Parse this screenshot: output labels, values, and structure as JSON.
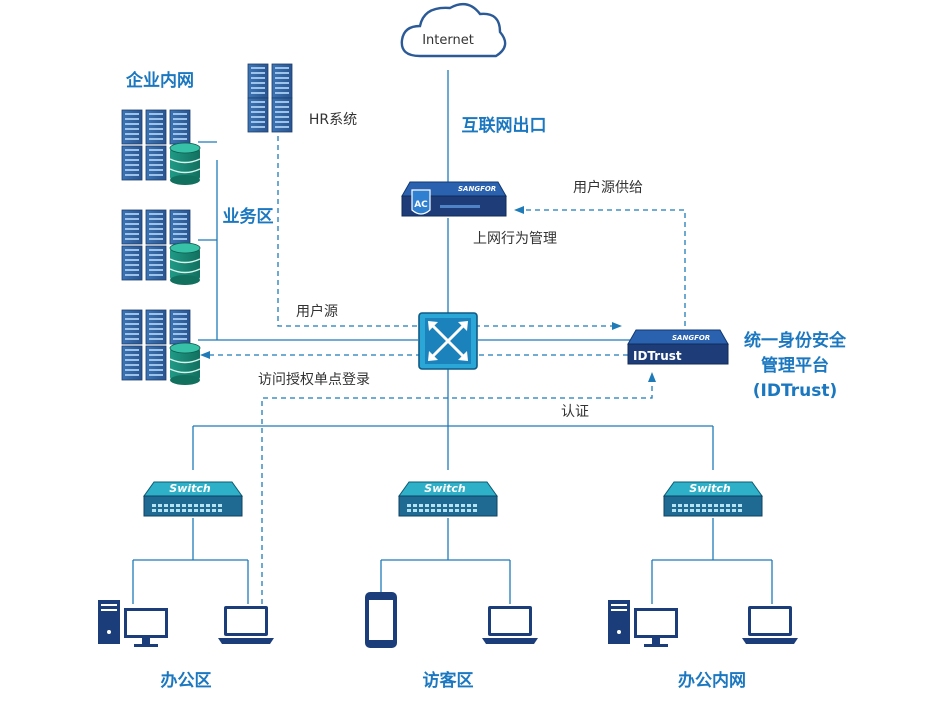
{
  "cloud": {
    "label": "Internet"
  },
  "internet_exit": {
    "label": "互联网出口"
  },
  "ac": {
    "badge": "AC",
    "brand": "SANGFOR",
    "label": "上网行为管理"
  },
  "idtrust": {
    "brand": "SANGFOR",
    "badge": "IDTrust",
    "label_line1": "统一身份安全",
    "label_line2": "管理平台",
    "label_line3": "(IDTrust)"
  },
  "enterprise": {
    "label": "企业内网",
    "business_zone": "业务区"
  },
  "hr": {
    "label": "HR系统"
  },
  "flows": {
    "user_source": "用户源",
    "user_source_supply": "用户源供给",
    "access_sso": "访问授权单点登录",
    "auth": "认证"
  },
  "switches": [
    {
      "label": "Switch",
      "zone": "办公区"
    },
    {
      "label": "Switch",
      "zone": "访客区"
    },
    {
      "label": "Switch",
      "zone": "办公内网"
    }
  ],
  "colors": {
    "accent": "#1b78c0",
    "line": "#1f7bb8",
    "device": "#1d3c78",
    "switch_face": "#1f86a8"
  }
}
